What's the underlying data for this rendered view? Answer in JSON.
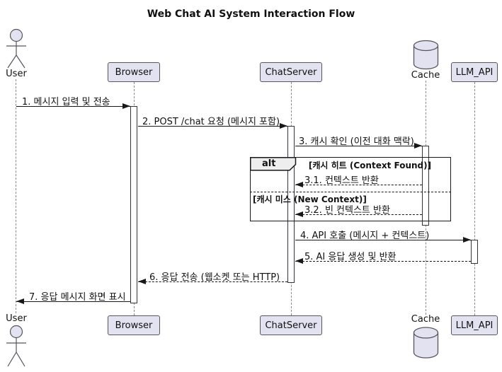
{
  "title": "Web Chat AI System Interaction Flow",
  "diagram_type": "sequence-diagram",
  "colors": {
    "background": "#FFFFFF",
    "participant_fill": "#E2E2F0",
    "participant_border": "#55555E",
    "lifeline": "#8A8A8A",
    "arrow": "#181818",
    "fragment_border": "#181818",
    "fragment_header_fill": "#EEEEEE",
    "activation_fill": "#FFFFFF"
  },
  "participants": {
    "user": {
      "label": "User",
      "type": "actor"
    },
    "browser": {
      "label": "Browser",
      "type": "participant"
    },
    "chatserver": {
      "label": "ChatServer",
      "type": "participant"
    },
    "cache": {
      "label": "Cache",
      "type": "database"
    },
    "llm_api": {
      "label": "LLM_API",
      "type": "participant"
    }
  },
  "messages": [
    {
      "label": "1. 메시지 입력 및 전송",
      "from": "User",
      "to": "Browser",
      "line": "solid"
    },
    {
      "label": "2. POST /chat 요청 (메시지 포함)",
      "from": "Browser",
      "to": "ChatServer",
      "line": "solid"
    },
    {
      "label": "3. 캐시 확인 (이전 대화 맥락)",
      "from": "ChatServer",
      "to": "Cache",
      "line": "solid"
    },
    {
      "label": "3.1. 컨텍스트 반환",
      "from": "Cache",
      "to": "ChatServer",
      "line": "dashed"
    },
    {
      "label": "3.2. 빈 컨텍스트 반환",
      "from": "Cache",
      "to": "ChatServer",
      "line": "dashed"
    },
    {
      "label": "4. API 호출 (메시지 + 컨텍스트)",
      "from": "ChatServer",
      "to": "LLM_API",
      "line": "solid"
    },
    {
      "label": "5. AI 응답 생성 및 반환",
      "from": "LLM_API",
      "to": "ChatServer",
      "line": "dashed"
    },
    {
      "label": "6. 응답 전송 (웹소켓 또는 HTTP)",
      "from": "ChatServer",
      "to": "Browser",
      "line": "dashed"
    },
    {
      "label": "7. 응답 메시지 화면 표시",
      "from": "Browser",
      "to": "User",
      "line": "solid"
    }
  ],
  "fragment": {
    "operator": "alt",
    "guard_hit": "[캐시 히트 (Context Found)]",
    "guard_miss": "[캐시 미스 (New Context)]"
  }
}
